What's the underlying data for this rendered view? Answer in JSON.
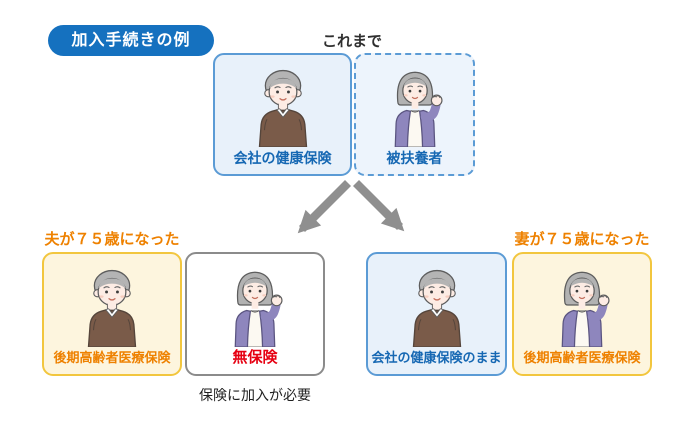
{
  "title_badge": "加入手続きの例",
  "top_section": {
    "heading": "これまで",
    "husband_box_label": "会社の健康保険",
    "wife_box_label": "被扶養者"
  },
  "left_branch": {
    "heading": "夫が７５歳になった",
    "husband_box_label": "後期高齢者医療保険",
    "wife_box_label": "無保険",
    "note": "保険に加入が必要"
  },
  "right_branch": {
    "heading": "妻が７５歳になった",
    "husband_box_label": "会社の健康保険のまま",
    "wife_box_label": "後期高齢者医療保険"
  },
  "icons": {
    "man": "elderly-man-illustration",
    "woman": "elderly-woman-illustration",
    "arrows": "split-arrow-down-left-and-right"
  },
  "colors": {
    "badge_blue": "#1571bf",
    "blue_border": "#5b9bd5",
    "blue_fill": "#e8f1fa",
    "blue_text": "#1668b3",
    "yellow_border": "#f2c63e",
    "yellow_fill": "#fdf5de",
    "orange_text": "#ee8100",
    "red_text": "#e60012",
    "gray_border": "#8b8b8b",
    "arrow_gray": "#8f8f8f"
  }
}
